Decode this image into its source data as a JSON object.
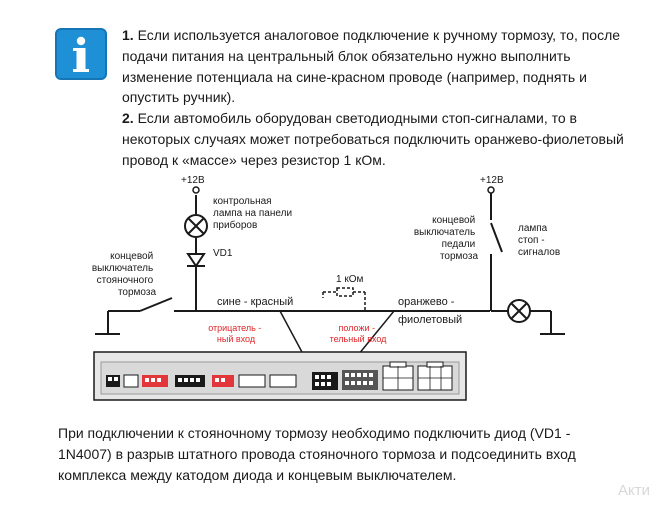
{
  "note": {
    "item1_num": "1.",
    "item1_text": "Если используется аналоговое подключение к ручному тормозу, то, после подачи питания на центральный блок обязательно нужно выполнить изменение потенциала на сине-красном проводе (например, поднять и опустить ручник).",
    "item2_num": "2.",
    "item2_text": "Если автомобиль оборудован светодиодными стоп-сигналами, то в некоторых случаях может потребоваться подключить оранжево-фиолетовый провод к «массе» через резистор 1 кОм."
  },
  "diagram": {
    "v12_left": "+12В",
    "v12_right": "+12В",
    "lamp_panel": [
      "контрольная",
      "лампа на панели",
      "приборов"
    ],
    "vd1": "VD1",
    "parking_switch": [
      "концевой",
      "выключатель",
      "стояночного",
      "тормоза"
    ],
    "blue_red_wire": "сине - красный",
    "resistor": "1 кОм",
    "orange_violet_wire": [
      "оранжево -",
      "фиолетовый"
    ],
    "pedal_switch": [
      "концевой",
      "выключатель",
      "педали",
      "тормоза"
    ],
    "stop_lamp": [
      "лампа",
      "стоп -",
      "сигналов"
    ],
    "negative_input": [
      "отрицатель -",
      "ный вход"
    ],
    "positive_input": [
      "положи -",
      "тельный вход"
    ]
  },
  "colors": {
    "info_blue": "#1f8fd6",
    "red_label": "#e0262b",
    "red_connector": "#e2363a",
    "line": "#1a1a1a"
  },
  "footer_text": "При подключении к стояночному тормозу необходимо подключить диод (VD1 - 1N4007) в разрыв штатного провода стояночного тормоза и подсоединить вход комплекса между катодом диода и концевым выключателем.",
  "watermark": "Акти"
}
